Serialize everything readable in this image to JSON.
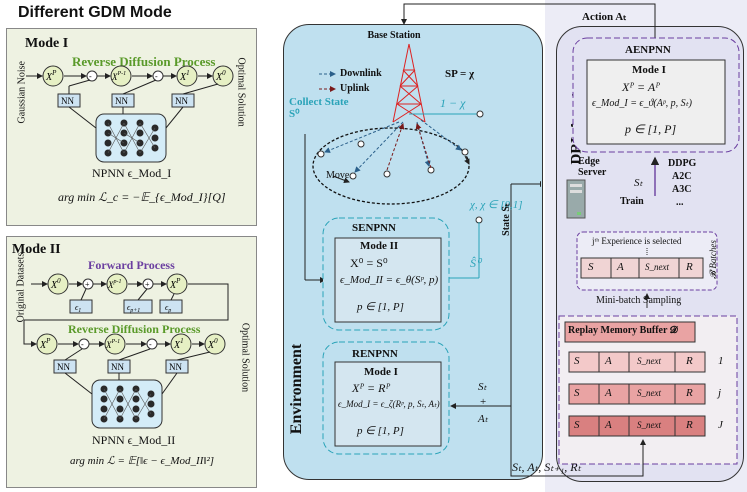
{
  "left": {
    "title": "Different GDM Mode",
    "mode1": {
      "label": "Mode I",
      "process": "Reverse Diffusion Process",
      "input_label": "Gaussian Noise",
      "output_label": "Optimal Solution",
      "nodes": [
        "X^P",
        "X^{P-1}",
        "X^1",
        "X^0"
      ],
      "nn_label": "NN",
      "npnn_label": "NPNN ϵ_Mod_I",
      "loss": "arg min ℒ_c = −𝔼_{ϵ_Mod_I}[Q]"
    },
    "mode2": {
      "label": "Mode II",
      "forward": "Forward Process",
      "reverse": "Reverse Diffusion Process",
      "input_label": "Original Datasets",
      "output_label": "Optimal Solution",
      "forward_nodes": [
        "X^0",
        "X^{p-1}",
        "X^P"
      ],
      "noise_labels": [
        "ϵ_1",
        "ϵ_{p+1}",
        "ϵ_p"
      ],
      "reverse_nodes": [
        "X^P",
        "X^{P-1}",
        "X^1",
        "X^0"
      ],
      "nn_label": "NN",
      "npnn_label": "NPNN ϵ_Mod_II",
      "loss": "arg min ℒ = 𝔼[‖ϵ − ϵ_Mod_II‖²]"
    }
  },
  "env": {
    "label": "Environment",
    "base_station": "Base Station",
    "downlink": "Downlink",
    "uplink": "Uplink",
    "sp": "SP = χ",
    "collect_state": "Collect State S⁰",
    "one_minus_chi": "1 − χ",
    "chi_range": "χ, χ ∈ [0,1]",
    "move": "Move",
    "senpnn": {
      "title": "SENPNN",
      "mode": "Mode II",
      "eq1": "X⁰ = S⁰",
      "eq2": "ϵ_Mod_II = ϵ_θ(Sᵖ, p)",
      "range": "p ∈ [1, P]"
    },
    "s_hat": "Ŝ⁰",
    "renpnn": {
      "title": "RENPNN",
      "mode": "Mode I",
      "eq1": "Xᴾ = Rᴾ",
      "eq2": "ϵ_Mod_I = ϵ_ζ(Rᵖ, p, Sₜ, Aₜ)",
      "range": "p ∈ [1, P]"
    },
    "st_at": [
      "Sₜ",
      "+",
      "Aₜ"
    ],
    "state_label": "State Sₜ"
  },
  "agent": {
    "label": "DRL Agent",
    "action": "Action Aₜ",
    "aenpnn": {
      "title": "AENPNN",
      "mode": "Mode I",
      "eq1": "Xᴾ = Aᴾ",
      "eq2": "ϵ_Mod_I = ϵ_ϑ(Aᵖ, p, Sₜ)",
      "range": "p ∈ [1, P]"
    },
    "st": "Sₜ",
    "edge_server": "Edge Server",
    "train": "Train",
    "algorithms": [
      "DDPG",
      "A2C",
      "A3C",
      "..."
    ],
    "experience_selected": "jᵗʰ Experience is selected",
    "batches": "𝓑 Batches",
    "sample_row": [
      "S",
      "A",
      "S_next",
      "R"
    ],
    "minibatch": "Mini-batch Sampling",
    "buffer_title": "Replay Memory Buffer 𝓓",
    "buffer_rows": [
      {
        "cells": [
          "S",
          "A",
          "S_next",
          "R"
        ],
        "index": "1"
      },
      {
        "cells": [
          "S",
          "A",
          "S_next",
          "R"
        ],
        "index": "j"
      },
      {
        "cells": [
          "S",
          "A",
          "S_next",
          "R"
        ],
        "index": "J"
      }
    ],
    "tuple": "Sₜ, Aₜ, Sₜ₊₁, Rₜ"
  },
  "colors": {
    "env_fill": "#bfe0ef",
    "agent_fill": "#e2e2f2",
    "mode_panel": "#eef2e2",
    "node_fill": "#e6f0c4",
    "buffer_row": "#e9a3a3",
    "teal": "#2aa3b8",
    "purple": "#6b3fa0",
    "green": "#5a9a2a"
  }
}
